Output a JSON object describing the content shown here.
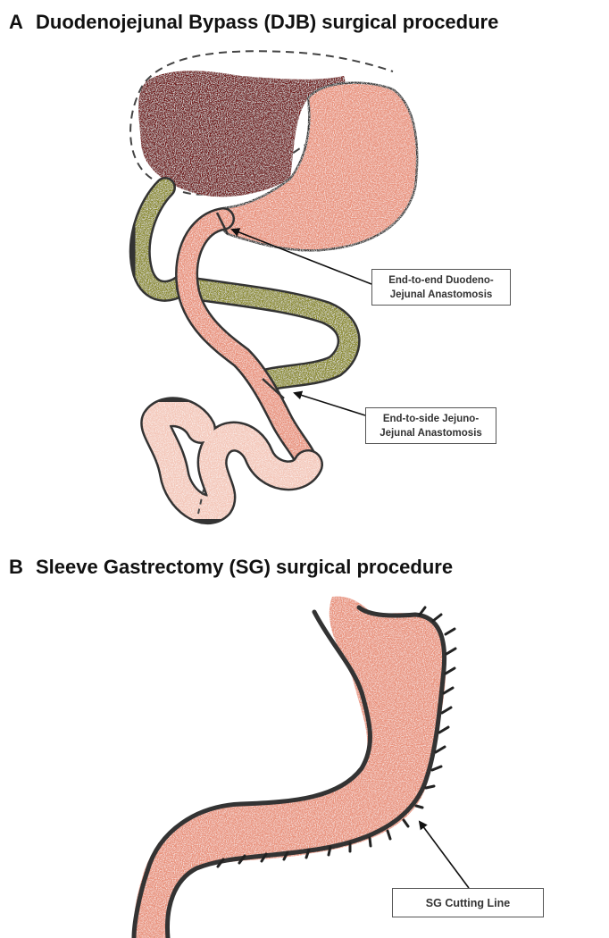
{
  "panel_a": {
    "letter": "A",
    "title": "Duodenojejunal Bypass (DJB) surgical procedure",
    "callouts": [
      {
        "line1": "End-to-end Duodeno-",
        "line2": "Jejunal Anastomosis"
      },
      {
        "line1": "End-to-side Jejuno-",
        "line2": "Jejunal Anastomosis"
      }
    ]
  },
  "panel_b": {
    "letter": "B",
    "title": "Sleeve Gastrectomy (SG) surgical procedure",
    "callout": "SG Cutting Line"
  },
  "colors": {
    "liver": "#6e1414",
    "tissue": "#e8917a",
    "bypass_limb": "#8a8a2c",
    "outline": "#333333"
  }
}
